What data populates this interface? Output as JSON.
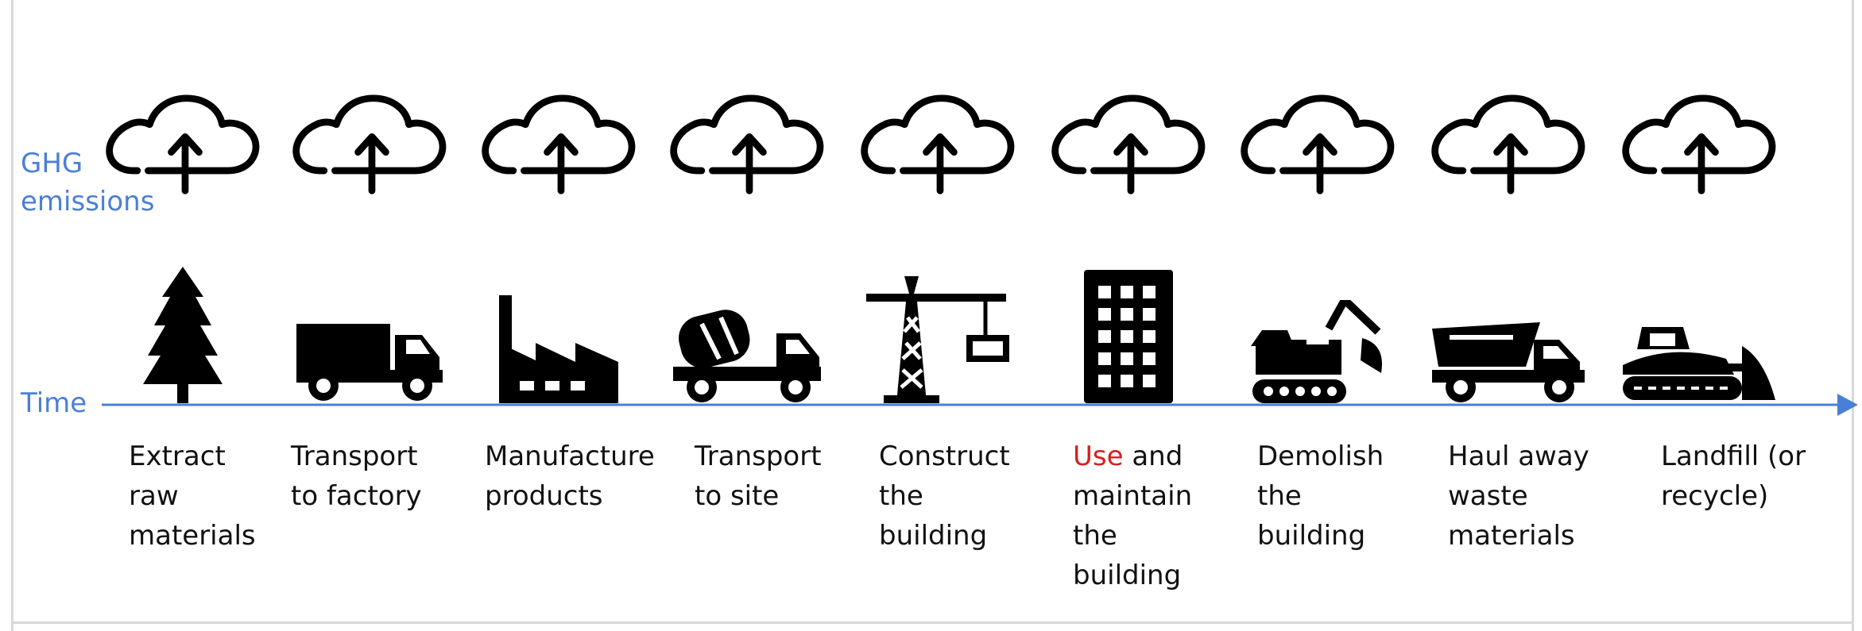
{
  "labels": {
    "ghg_line1": "GHG",
    "ghg_line2": "emissions",
    "time": "Time"
  },
  "colors": {
    "axis": "#4a7fd6",
    "icon": "#000000",
    "text": "#111111",
    "highlight": "#d42020"
  },
  "steps": [
    {
      "icon": "tree-icon",
      "lines": [
        "Extract",
        "raw",
        "materials"
      ]
    },
    {
      "icon": "truck-icon",
      "lines": [
        "Transport",
        "to factory"
      ]
    },
    {
      "icon": "factory-icon",
      "lines": [
        "Manufacture",
        "products"
      ]
    },
    {
      "icon": "cement-mixer-icon",
      "lines": [
        "Transport",
        "to site"
      ]
    },
    {
      "icon": "crane-icon",
      "lines": [
        "Construct",
        "the",
        "building"
      ]
    },
    {
      "icon": "office-building-icon",
      "highlight": "Use",
      "first_rest": " and",
      "lines": [
        "maintain",
        "the",
        "building"
      ]
    },
    {
      "icon": "excavator-icon",
      "lines": [
        "Demolish",
        "the",
        "building"
      ]
    },
    {
      "icon": "dump-truck-icon",
      "lines": [
        "Haul away",
        "waste",
        "materials"
      ]
    },
    {
      "icon": "bulldozer-icon",
      "lines": [
        "Landfill (or",
        "recycle)"
      ]
    }
  ]
}
